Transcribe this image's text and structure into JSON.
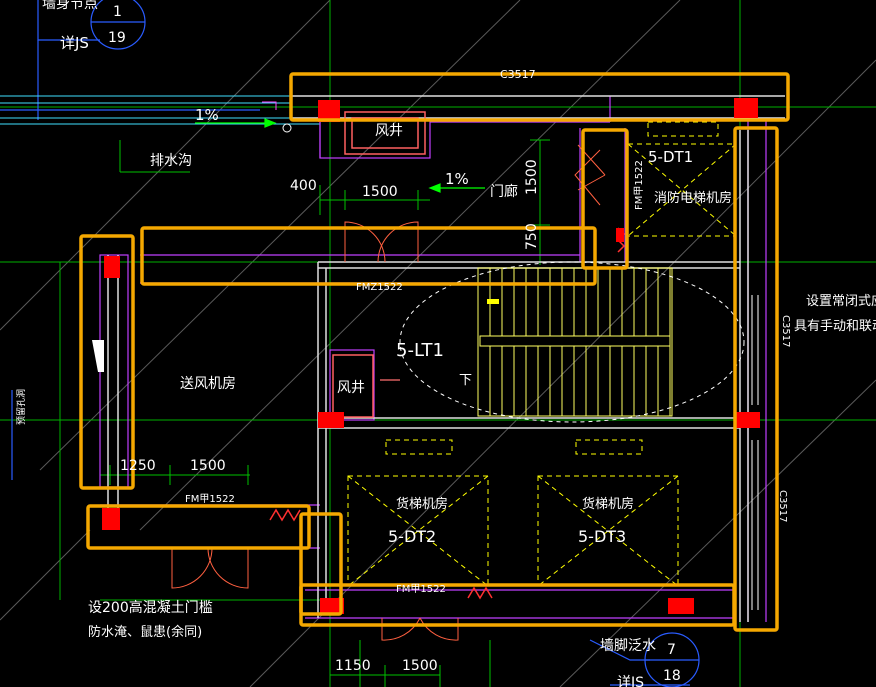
{
  "colors": {
    "background": "#000000",
    "wall": "#ffffff",
    "grid": "#00c000",
    "purple": "#c040ff",
    "highlight": "#f5a800",
    "column": "#ff0000",
    "dashed": "#ffff00",
    "annotation": "#ffffff",
    "text_green": "#00ff00",
    "blue": "#2a5cff",
    "stair": "#ffff60"
  },
  "labels": {
    "wall_node": "墙身节点",
    "detail_js_top": "详JS",
    "detail_top_num": "1",
    "detail_top_den": "19",
    "window_top": "C3517",
    "slope_left": "1%",
    "drain": "排水沟",
    "air_shaft_top": "风井",
    "dim_400": "400",
    "dim_1500_top": "1500",
    "slope_mid": "1%",
    "corridor": "门廊",
    "dim_1500_vert": "1500",
    "dim_750": "750",
    "fire_elevator_id": "5-DT1",
    "fire_elevator_room": "消防电梯机房",
    "fire_door_label": "FM甲1522",
    "door_fmz": "FMZ1522",
    "note_normally_closed": "设置常闭式应",
    "note_manual_linkage": "具有手动和联动",
    "window_right": "C3517",
    "window_right_lower": "C3517",
    "supply_air_room": "送风机房",
    "air_shaft_mid": "风井",
    "stair_id": "5-LT1",
    "stair_down": "下",
    "dim_1250": "1250",
    "dim_1500_left": "1500",
    "fm_left": "FM甲1522",
    "freight_room_a": "货梯机房",
    "freight_id_a": "5-DT2",
    "freight_room_b": "货梯机房",
    "freight_id_b": "5-DT3",
    "fm_bottom": "FM甲1522",
    "note_sill_1": "设200高混凝土门槛",
    "note_sill_2": "防水淹、鼠患(余同)",
    "baseboard_note": "墙脚泛水",
    "detail_bottom_num": "7",
    "detail_bottom_den": "18",
    "detail_js_bottom": "详JS",
    "dim_1150": "1150",
    "dim_1500_bottom": "1500",
    "side_note": "预留孔洞"
  }
}
